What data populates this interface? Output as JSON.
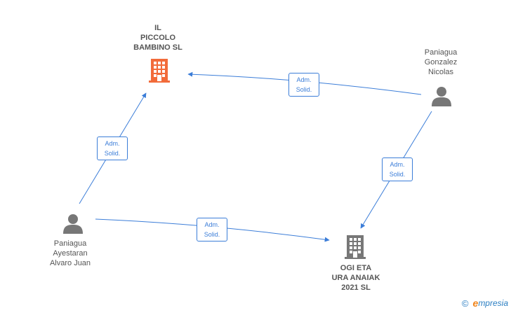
{
  "nodes": {
    "piccolo": {
      "label": "IL\nPICCOLO\nBAMBINO  SL",
      "type": "company",
      "color": "#f26b3a"
    },
    "ogi": {
      "label": "OGI ETA\nURA ANAIAK\n2021  SL",
      "type": "company",
      "color": "#777777"
    },
    "paniagua_gonzalez": {
      "label": "Paniagua\nGonzalez\nNicolas",
      "type": "person",
      "color": "#777777"
    },
    "paniagua_ayestaran": {
      "label": "Paniagua\nAyestaran\nAlvaro Juan",
      "type": "person",
      "color": "#777777"
    }
  },
  "edges": [
    {
      "from": "paniagua_gonzalez",
      "to": "piccolo",
      "label": "Adm.\nSolid."
    },
    {
      "from": "paniagua_ayestaran",
      "to": "piccolo",
      "label": "Adm.\nSolid."
    },
    {
      "from": "paniagua_gonzalez",
      "to": "ogi",
      "label": "Adm.\nSolid."
    },
    {
      "from": "paniagua_ayestaran",
      "to": "ogi",
      "label": "Adm.\nSolid."
    }
  ],
  "colors": {
    "edge": "#3b7dd8"
  },
  "watermark": {
    "copyright": "©",
    "brand_initial": "e",
    "brand_rest": "mpresia"
  }
}
